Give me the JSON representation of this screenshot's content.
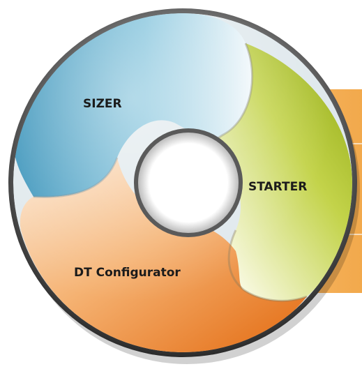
{
  "diagram": {
    "segments": [
      {
        "id": "sizer",
        "label": "SIZER",
        "color": "#3f9fc6"
      },
      {
        "id": "starter",
        "label": "STARTER",
        "color": "#a6bd1c"
      },
      {
        "id": "dt-configurator",
        "label": "DT Configurator",
        "color": "#ef8a2a"
      }
    ],
    "side_panel_color": "#f6b45a"
  }
}
